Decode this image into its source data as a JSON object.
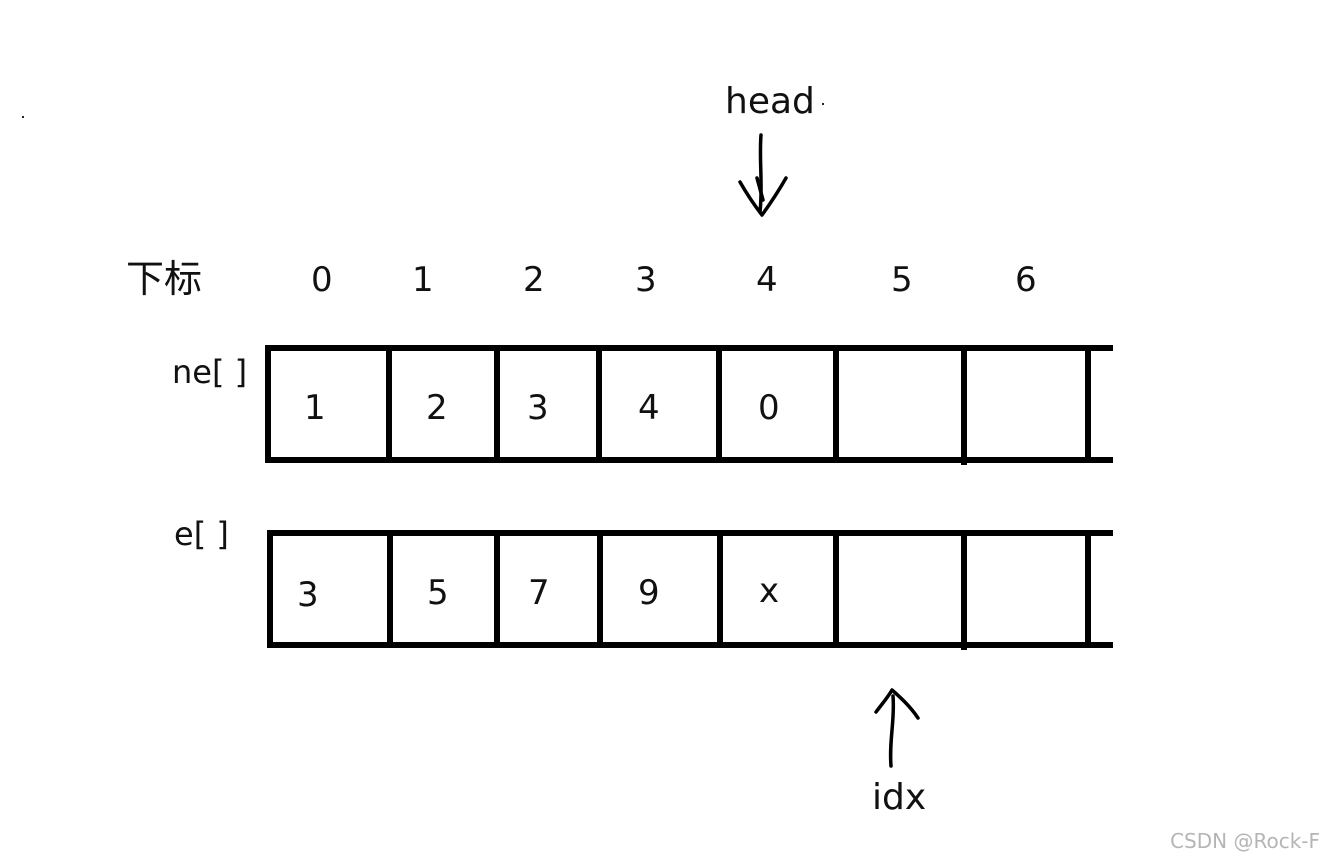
{
  "header_label": "下标",
  "indices": [
    "0",
    "1",
    "2",
    "3",
    "4",
    "5",
    "6"
  ],
  "arrays": {
    "ne": {
      "label": "ne[ ]",
      "values": [
        "1",
        "2",
        "3",
        "4",
        "0",
        "",
        ""
      ]
    },
    "e": {
      "label": "e[ ]",
      "values": [
        "3",
        "5",
        "7",
        "9",
        "x",
        "",
        ""
      ]
    }
  },
  "pointers": {
    "head": {
      "label": "head",
      "index": 4
    },
    "idx": {
      "label": "idx",
      "index": 5
    }
  },
  "watermark": "CSDN @Rock-F"
}
